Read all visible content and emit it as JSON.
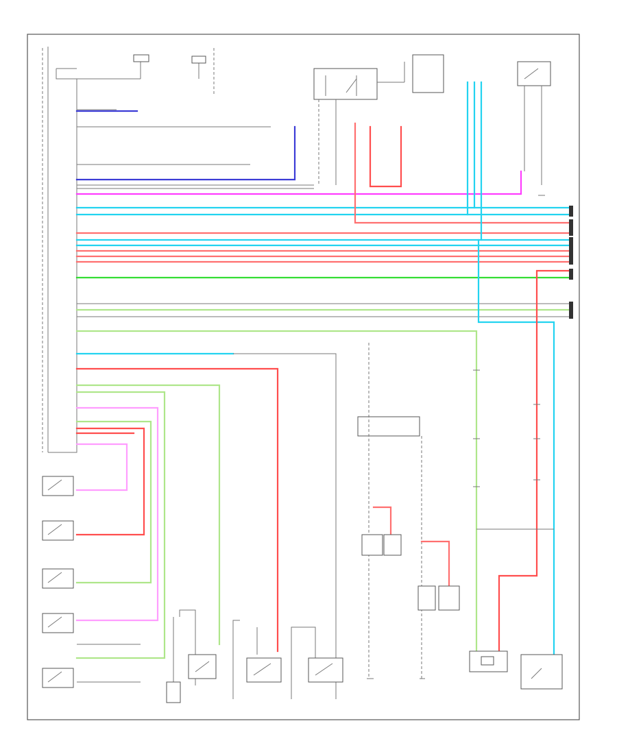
{
  "diagram": {
    "type": "automotive wiring schematic",
    "text_legible": false,
    "colors": {
      "background": "#ffffff",
      "frame": "#555555",
      "ground_wire": "#8a8a8a",
      "blue": "#3b3bd6",
      "magenta": "#ff3dff",
      "cyan": "#22d3f0",
      "red": "#ff4d4d",
      "green": "#33dd33",
      "light_green": "#aee68a",
      "pink_red": "#ff6f6f"
    },
    "components": [
      {
        "id": "body-control-module",
        "icon": "connector-block"
      },
      {
        "id": "upper-relay-box",
        "icon": "relay-switch"
      },
      {
        "id": "top-right-switch",
        "icon": "switch"
      },
      {
        "id": "left-switch-1",
        "icon": "switch"
      },
      {
        "id": "left-switch-2",
        "icon": "switch"
      },
      {
        "id": "left-switch-3",
        "icon": "switch"
      },
      {
        "id": "left-switch-4",
        "icon": "switch"
      },
      {
        "id": "left-switch-5",
        "icon": "switch"
      },
      {
        "id": "bottom-switch-1",
        "icon": "switch"
      },
      {
        "id": "bottom-switch-2",
        "icon": "switch"
      },
      {
        "id": "bottom-switch-3",
        "icon": "switch"
      },
      {
        "id": "bottom-switch-4",
        "icon": "switch"
      },
      {
        "id": "center-junction-box",
        "icon": "junction"
      },
      {
        "id": "lamp-pair-1",
        "icon": "lamp"
      },
      {
        "id": "lamp-pair-2",
        "icon": "lamp"
      },
      {
        "id": "bottom-right-module-1",
        "icon": "module"
      },
      {
        "id": "bottom-right-module-2",
        "icon": "module"
      }
    ]
  }
}
